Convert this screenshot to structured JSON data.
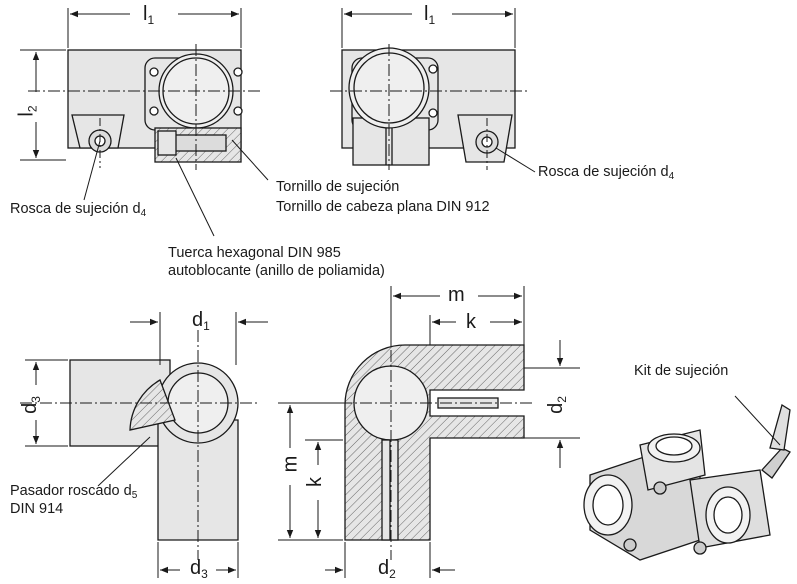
{
  "labels": {
    "rosca_right": "Rosca de sujeción d",
    "rosca_right_sub": "4",
    "rosca_left": "Rosca de sujeción d",
    "rosca_left_sub": "4",
    "tornillo_line1": "Tornillo de sujeción",
    "tornillo_line2": "Tornillo de cabeza plana DIN 912",
    "tuerca_line1": "Tuerca hexagonal DIN 985",
    "tuerca_line2": "autoblocante (anillo de poliamida)",
    "pasador_line1": "Pasador roscado d",
    "pasador_sub": "5",
    "pasador_line2": "DIN 914",
    "kit": "Kit de sujeción"
  },
  "dimensions": {
    "l1_left": {
      "base": "l",
      "sub": "1"
    },
    "l1_right": {
      "base": "l",
      "sub": "1"
    },
    "l2": {
      "base": "l",
      "sub": "2"
    },
    "d1": {
      "base": "d",
      "sub": "1"
    },
    "d3_left": {
      "base": "d",
      "sub": "3"
    },
    "d3_bottom": {
      "base": "d",
      "sub": "3"
    },
    "m_top": {
      "base": "m",
      "sub": ""
    },
    "k_top": {
      "base": "k",
      "sub": ""
    },
    "d2_right": {
      "base": "d",
      "sub": "2"
    },
    "m_left": {
      "base": "m",
      "sub": ""
    },
    "k_left": {
      "base": "k",
      "sub": ""
    },
    "d2_bottom": {
      "base": "d",
      "sub": "2"
    }
  },
  "colors": {
    "part_fill": "#e6e6e6",
    "part_stroke": "#1a1a1a",
    "hatch": "#555555"
  }
}
